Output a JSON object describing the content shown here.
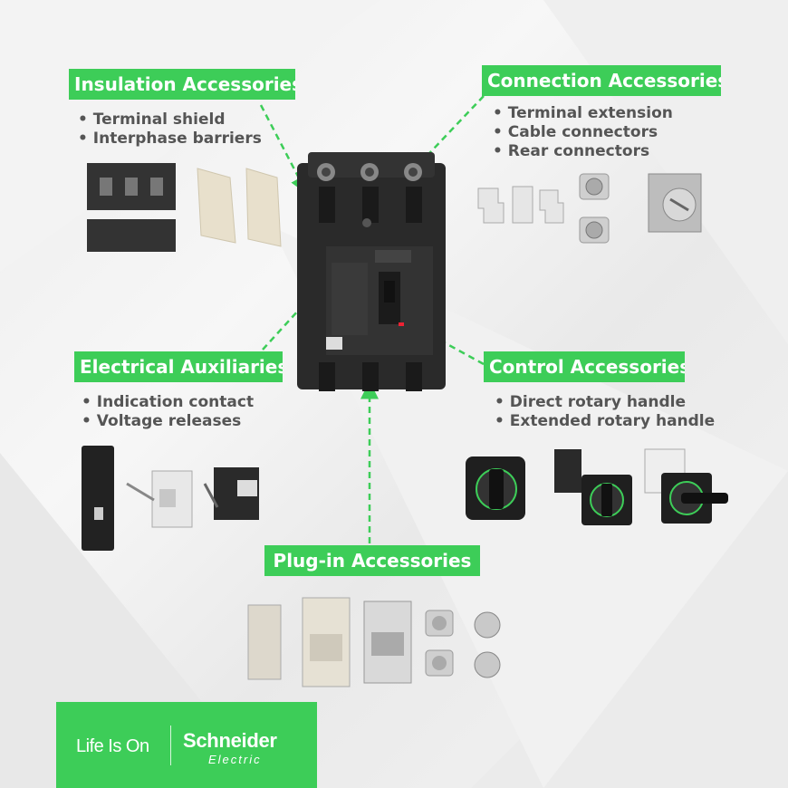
{
  "colors": {
    "accent": "#3dcd58",
    "text": "#555555",
    "breaker": "#2a2a2a"
  },
  "categories": {
    "insulation": {
      "title": "Insulation Accessories",
      "items": [
        "Terminal shield",
        "Interphase barriers"
      ]
    },
    "connection": {
      "title": "Connection Accessories",
      "items": [
        "Terminal extension",
        "Cable connectors",
        "Rear connectors"
      ]
    },
    "electrical": {
      "title": "Electrical Auxiliaries",
      "items": [
        "Indication contact",
        "Voltage releases"
      ]
    },
    "control": {
      "title": "Control Accessories",
      "items": [
        "Direct rotary handle",
        "Extended rotary handle"
      ]
    },
    "plugin": {
      "title": "Plug-in Accessories"
    }
  },
  "footer": {
    "tagline": "Life Is On",
    "brand": "Schneider",
    "brand_sub": "Electric"
  }
}
